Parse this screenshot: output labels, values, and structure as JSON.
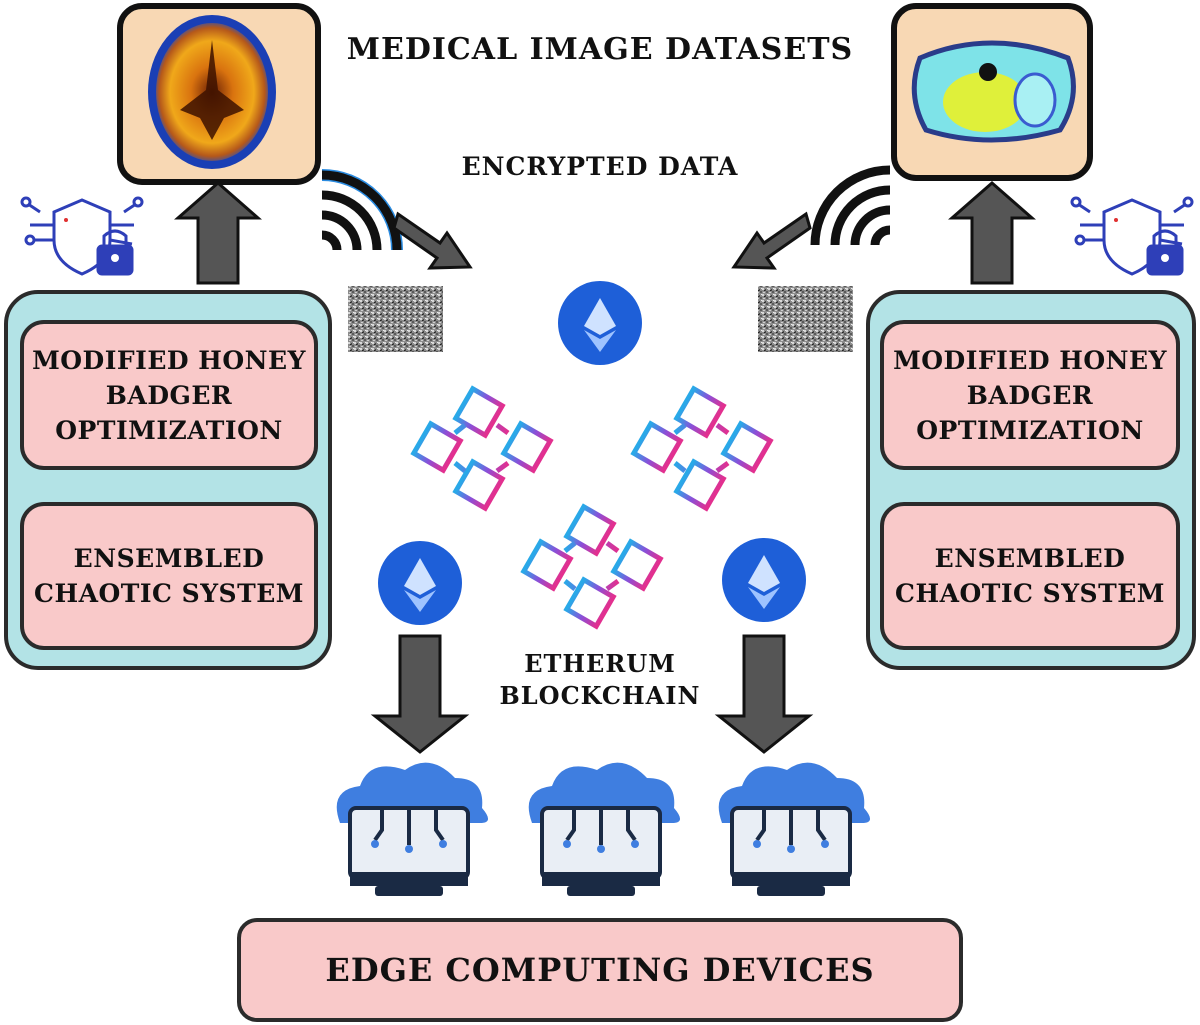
{
  "title": "MEDICAL IMAGE DATASETS",
  "encrypted_label": "ENCRYPTED DATA",
  "blockchain_label": [
    "ETHERUM",
    "BLOCKCHAIN"
  ],
  "left_panel": {
    "top_box": [
      "MODIFIED HONEY",
      "BADGER",
      "OPTIMIZATION"
    ],
    "bottom_box": [
      "ENSEMBLED",
      "CHAOTIC SYSTEM"
    ]
  },
  "right_panel": {
    "top_box": [
      "MODIFIED HONEY",
      "BADGER",
      "OPTIMIZATION"
    ],
    "bottom_box": [
      "ENSEMBLED",
      "CHAOTIC SYSTEM"
    ]
  },
  "footer": "EDGE COMPUTING DEVICES",
  "colors": {
    "panel_outer": "#b3e3e6",
    "panel_inner": "#f9c9c9",
    "image_frame": "#f8d8b4",
    "arrow": "#555555",
    "ethereum_blue": "#1e5fd8",
    "cloud_blue": "#3f7ee0",
    "lock_blue": "#2e3fb8"
  },
  "icons": [
    "brain-scan-image",
    "chest-scan-image",
    "shield-lock-icon",
    "wifi-signal-icon",
    "encrypted-noise-image",
    "ethereum-icon",
    "blockchain-cubes-icon",
    "cloud-computer-icon"
  ]
}
